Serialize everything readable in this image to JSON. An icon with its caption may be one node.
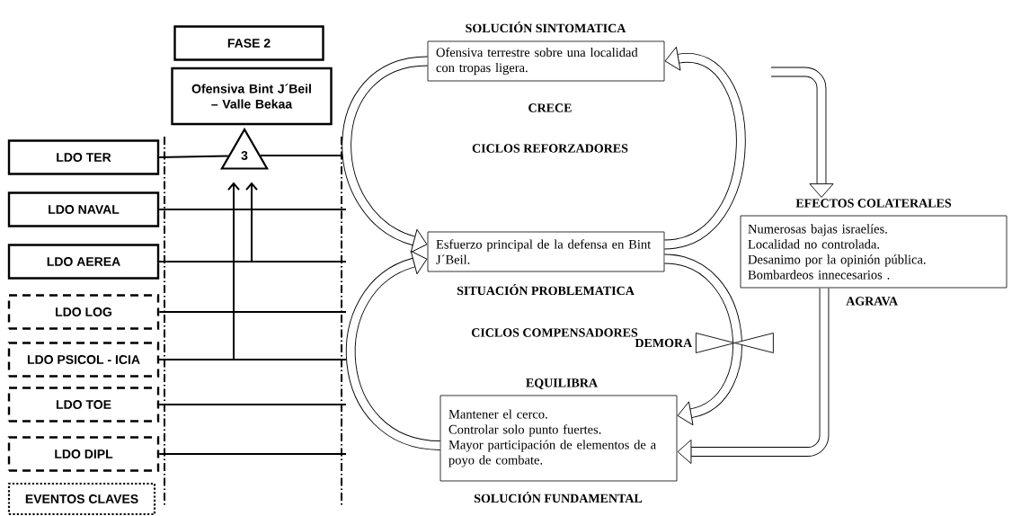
{
  "diagram": {
    "nodes": [
      {
        "text": [
          "FASE 2"
        ]
      },
      {
        "text": [
          "Ofensiva Bint J´Beil – Valle Bekaa"
        ]
      },
      {
        "text": [
          "3"
        ]
      },
      {
        "text": [
          "LDO TER"
        ]
      },
      {
        "text": [
          "LDO NAVAL"
        ]
      },
      {
        "text": [
          "LDO AEREA"
        ]
      },
      {
        "text": [
          "LDO LOG"
        ]
      },
      {
        "text": [
          "LDO PSICOL - ICIA"
        ]
      },
      {
        "text": [
          "LDO TOE"
        ]
      },
      {
        "text": [
          "LDO DIPL"
        ]
      },
      {
        "text": [
          "EVENTOS CLAVES"
        ]
      },
      {
        "text": [
          "SOLUCIÓN SINTOMATICA",
          "Ofensiva terrestre sobre una localidad con tropas ligera."
        ]
      },
      {
        "text": [
          "Esfuerzo principal de la defensa en Bint J´Beil.",
          "SITUACIÓN PROBLEMATICA"
        ]
      },
      {
        "text": [
          "Mantener el cerco.",
          "Controlar solo punto fuertes.",
          "Mayor participación de elementos de a poyo de combate.",
          "SOLUCIÓN FUNDAMENTAL"
        ]
      },
      {
        "text": [
          "EFECTOS COLATERALES",
          "Numerosas bajas israelíes.",
          "Localidad no controlada.",
          "Desanimo por la opinión pública.",
          "Bombardeos innecesarios ."
        ]
      }
    ],
    "edges": [
      {
        "from": 3,
        "to": 2,
        "arrow": "none"
      },
      {
        "from": 2,
        "to": null,
        "arrow": "none"
      },
      {
        "from": 4,
        "to": null,
        "arrow": "none"
      },
      {
        "from": 5,
        "to": null,
        "arrow": "none"
      },
      {
        "from": 6,
        "to": null,
        "arrow": "none"
      },
      {
        "from": 7,
        "to": null,
        "arrow": "none"
      },
      {
        "from": 8,
        "to": null,
        "arrow": "none"
      },
      {
        "from": 9,
        "to": null,
        "arrow": "none"
      },
      {
        "from": 7,
        "to": 2,
        "arrow": "to"
      },
      {
        "from": 5,
        "to": 2,
        "arrow": "to"
      },
      {
        "from": 11,
        "to": 12,
        "arrow": "to",
        "style": "thick"
      },
      {
        "from": 13,
        "to": 12,
        "arrow": "to",
        "style": "thick"
      },
      {
        "from": 12,
        "to": 11,
        "arrow": "to",
        "style": "thick"
      },
      {
        "from": 12,
        "to": 13,
        "arrow": "to",
        "style": "thick"
      },
      {
        "from": null,
        "to": 14,
        "arrow": "to",
        "style": "thick"
      },
      {
        "from": 14,
        "to": 13,
        "arrow": "to",
        "style": "thick"
      }
    ],
    "labels": [
      "CRECE",
      "CICLOS REFORZADORES",
      "CICLOS COMPENSADORES",
      "DEMORA",
      "EQUILIBRA",
      "AGRAVA"
    ]
  }
}
